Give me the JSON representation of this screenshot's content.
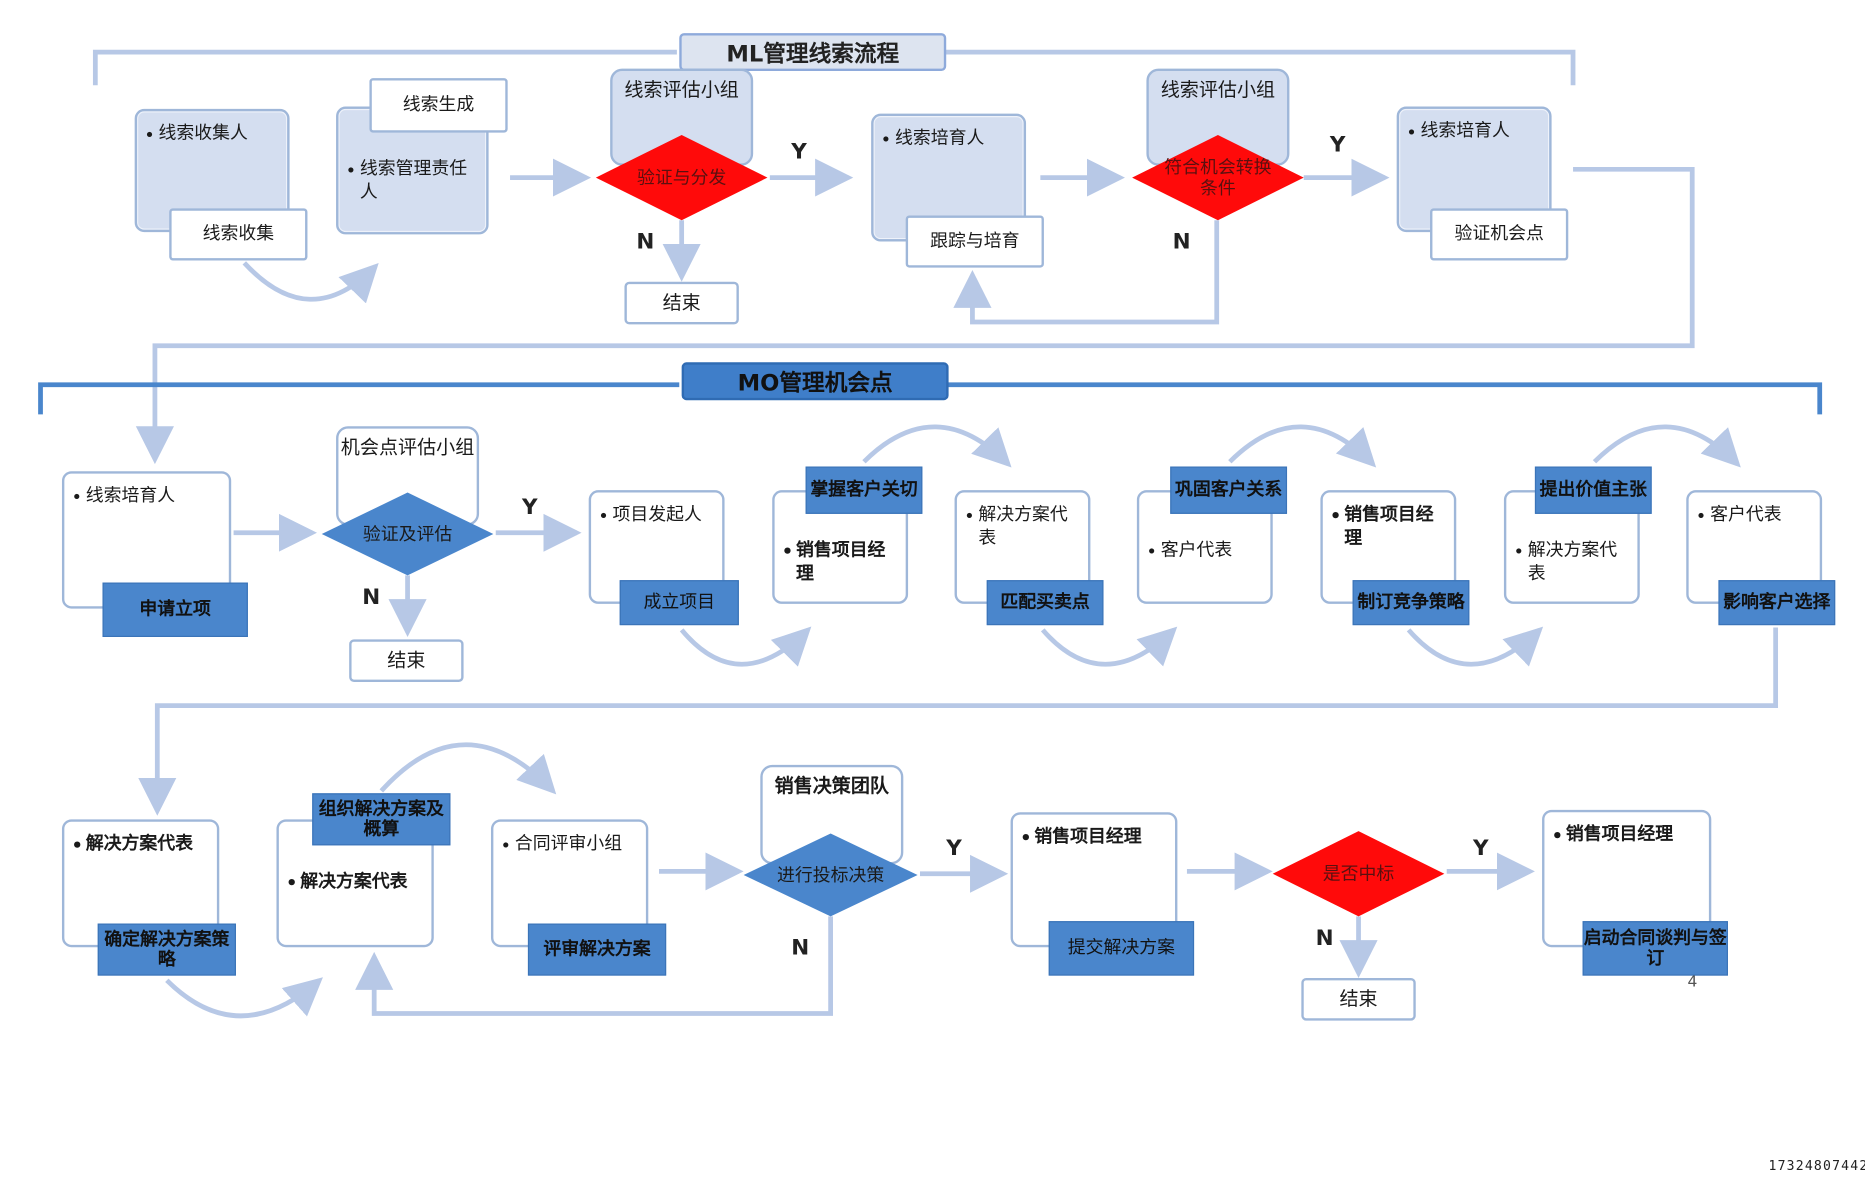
{
  "ml": {
    "title": "ML管理线索流程",
    "collector": {
      "role": "线索收集人",
      "action": "线索收集"
    },
    "owner": {
      "role": "线索管理责任人",
      "action": "线索生成"
    },
    "eval1": {
      "team": "线索评估小组",
      "decision": "验证与分发"
    },
    "nurture": {
      "role": "线索培育人",
      "action": "跟踪与培育"
    },
    "eval2": {
      "team": "线索评估小组",
      "decision": "符合机会转换条件"
    },
    "nurture2": {
      "role": "线索培育人",
      "action": "验证机会点"
    },
    "end": "结束"
  },
  "mo": {
    "title": "MO管理机会点",
    "apply": {
      "role": "线索培育人",
      "action": "申请立项"
    },
    "eval": {
      "team": "机会点评估小组",
      "decision": "验证及评估"
    },
    "end": "结束",
    "project": {
      "role": "项目发起人",
      "action": "成立项目"
    },
    "pm1": {
      "role": "销售项目经理",
      "top": "掌握客户关切"
    },
    "sol1": {
      "role": "解决方案代表",
      "action": "匹配买卖点"
    },
    "cust1": {
      "role": "客户代表",
      "top": "巩固客户关系"
    },
    "pm2": {
      "role": "销售项目经理",
      "action": "制订竞争策略"
    },
    "sol2": {
      "role": "解决方案代表",
      "top": "提出价值主张"
    },
    "cust2": {
      "role": "客户代表",
      "action": "影响客户选择"
    }
  },
  "row3": {
    "sol1": {
      "role": "解决方案代表",
      "action": "确定解决方案策略"
    },
    "sol2": {
      "role": "解决方案代表",
      "top": "组织解决方案及概算"
    },
    "review": {
      "role": "合同评审小组",
      "action": "评审解决方案"
    },
    "decision_team": {
      "team": "销售决策团队",
      "decision": "进行投标决策"
    },
    "pm1": {
      "role": "销售项目经理",
      "action": "提交解决方案"
    },
    "win": {
      "decision": "是否中标"
    },
    "end": "结束",
    "pm2": {
      "role": "销售项目经理",
      "action": "启动合同谈判与签订"
    }
  },
  "labels": {
    "yes": "Y",
    "no": "N"
  },
  "page_number": "4",
  "serial": "17324807442",
  "colors": {
    "decision_red": "#ff0a0a",
    "decision_blue": "#4a86cc",
    "connector": "#b7c8e6",
    "card_shade": "#d4def0"
  }
}
